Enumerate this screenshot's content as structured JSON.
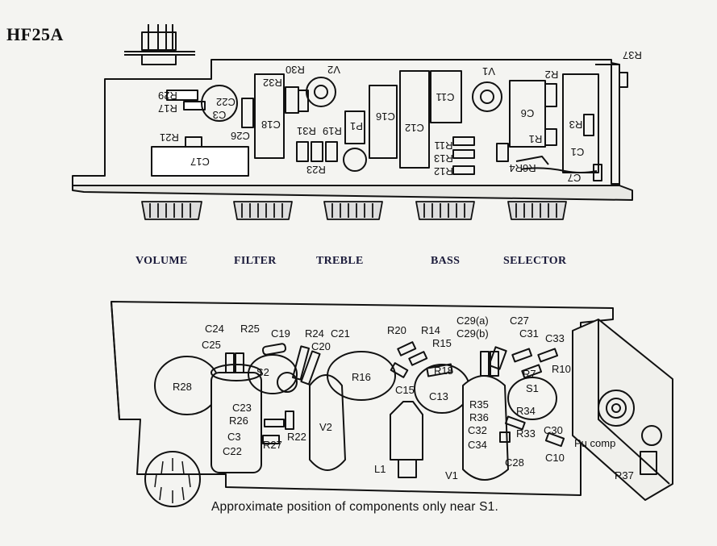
{
  "title": "HF25A",
  "knob_labels": [
    "VOLUME",
    "FILTER",
    "TREBLE",
    "BASS",
    "SELECTOR"
  ],
  "caption": "Approximate position of components only near S1.",
  "top_view_labels": {
    "r29": "R29",
    "r17": "R17",
    "c22": "C22",
    "c3": "C3",
    "r21": "R21",
    "c17": "C17",
    "c26": "C26",
    "c18": "C18",
    "r32": "R32",
    "r30": "R30",
    "v2": "V2",
    "r31": "R31",
    "r19": "R19",
    "p1": "P1",
    "r23": "R23",
    "c16": "C16",
    "c12": "C12",
    "c11": "C11",
    "r11": "R11",
    "r13": "R13",
    "r12": "R12",
    "v1": "V1",
    "r2": "R2",
    "c6": "C6",
    "r1": "R1",
    "r6r4": "R6R4",
    "c7": "C7",
    "r3": "R3",
    "c1": "C1",
    "r37": "R37"
  },
  "bottom_view_labels": {
    "c24": "C24",
    "r25": "R25",
    "c25": "C25",
    "c19": "C19",
    "r24": "R24",
    "c21": "C21",
    "c20": "C20",
    "s2": "S2",
    "r28": "R28",
    "c23": "C23",
    "r26": "R26",
    "c3": "C3",
    "c22": "C22",
    "r27": "R27",
    "r22": "R22",
    "v2": "V2",
    "r16": "R16",
    "r20": "R20",
    "r14": "R14",
    "r15": "R15",
    "r18": "R18",
    "c15": "C15",
    "c13": "C13",
    "l1": "L1",
    "c29a": "C29(a)",
    "c29b": "C29(b)",
    "c27": "C27",
    "c31": "C31",
    "c33": "C33",
    "r7": "R7",
    "r10": "R10",
    "s1": "S1",
    "r35": "R35",
    "r36": "R36",
    "c32": "C32",
    "c34": "C34",
    "r34": "R34",
    "c30": "C30",
    "r33": "R33",
    "v1": "V1",
    "c28": "C28",
    "c10": "C10",
    "pu_comp": "Pu comp",
    "r37": "R37"
  }
}
